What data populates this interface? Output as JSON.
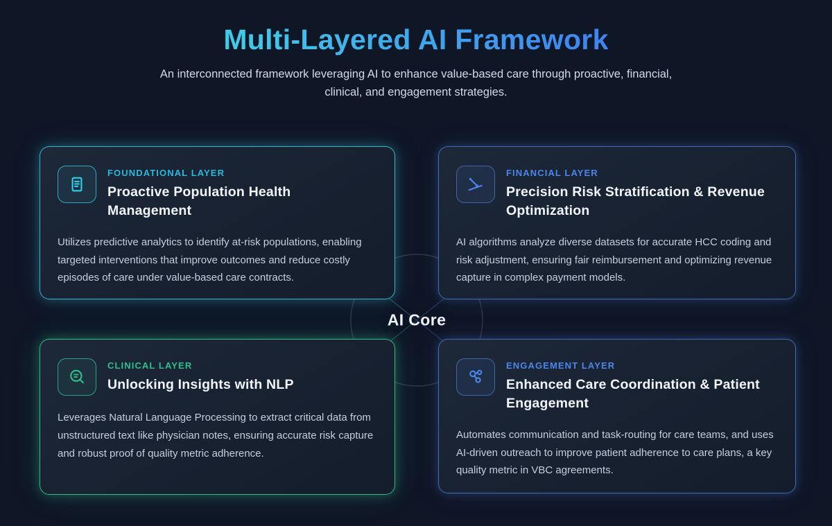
{
  "page": {
    "title": "Multi-Layered AI Framework",
    "subtitle": "An interconnected framework leveraging AI to enhance value-based care through proactive, financial, clinical, and engagement strategies.",
    "core_label": "AI Core"
  },
  "colors": {
    "background": "#0f1626",
    "card_background": "#18222f",
    "title_gradient_start": "#41c9e8",
    "title_gradient_end": "#3f86f0",
    "accent_cyan": "#2fc6e4",
    "accent_blue": "#4d86ea",
    "accent_green": "#2fbf8f"
  },
  "cards": [
    {
      "id": "foundational",
      "icon": "document-list-icon",
      "accent": "#2fc6e4",
      "label": "FOUNDATIONAL LAYER",
      "title": "Proactive Population Health Management",
      "body": "Utilizes predictive analytics to identify at-risk populations, enabling targeted interventions that improve outcomes and reduce costly episodes of care under value-based care contracts."
    },
    {
      "id": "financial",
      "icon": "trend-chart-icon",
      "accent": "#4d86ea",
      "label": "FINANCIAL LAYER",
      "title": "Precision Risk Stratification & Revenue Optimization",
      "body": "AI algorithms analyze diverse datasets for accurate HCC coding and risk adjustment, ensuring fair reimbursement and optimizing revenue capture in complex payment models."
    },
    {
      "id": "clinical",
      "icon": "text-search-icon",
      "accent": "#2fbf8f",
      "label": "CLINICAL LAYER",
      "title": "Unlocking Insights with NLP",
      "body": "Leverages Natural Language Processing to extract critical data from unstructured text like physician notes, ensuring accurate risk capture and robust proof of quality metric adherence."
    },
    {
      "id": "engagement",
      "icon": "linked-nodes-icon",
      "accent": "#4d86ea",
      "label": "ENGAGEMENT LAYER",
      "title": "Enhanced Care Coordination & Patient Engagement",
      "body": "Automates communication and task-routing for care teams, and uses AI-driven outreach to improve patient adherence to care plans, a key quality metric in VBC agreements."
    }
  ]
}
